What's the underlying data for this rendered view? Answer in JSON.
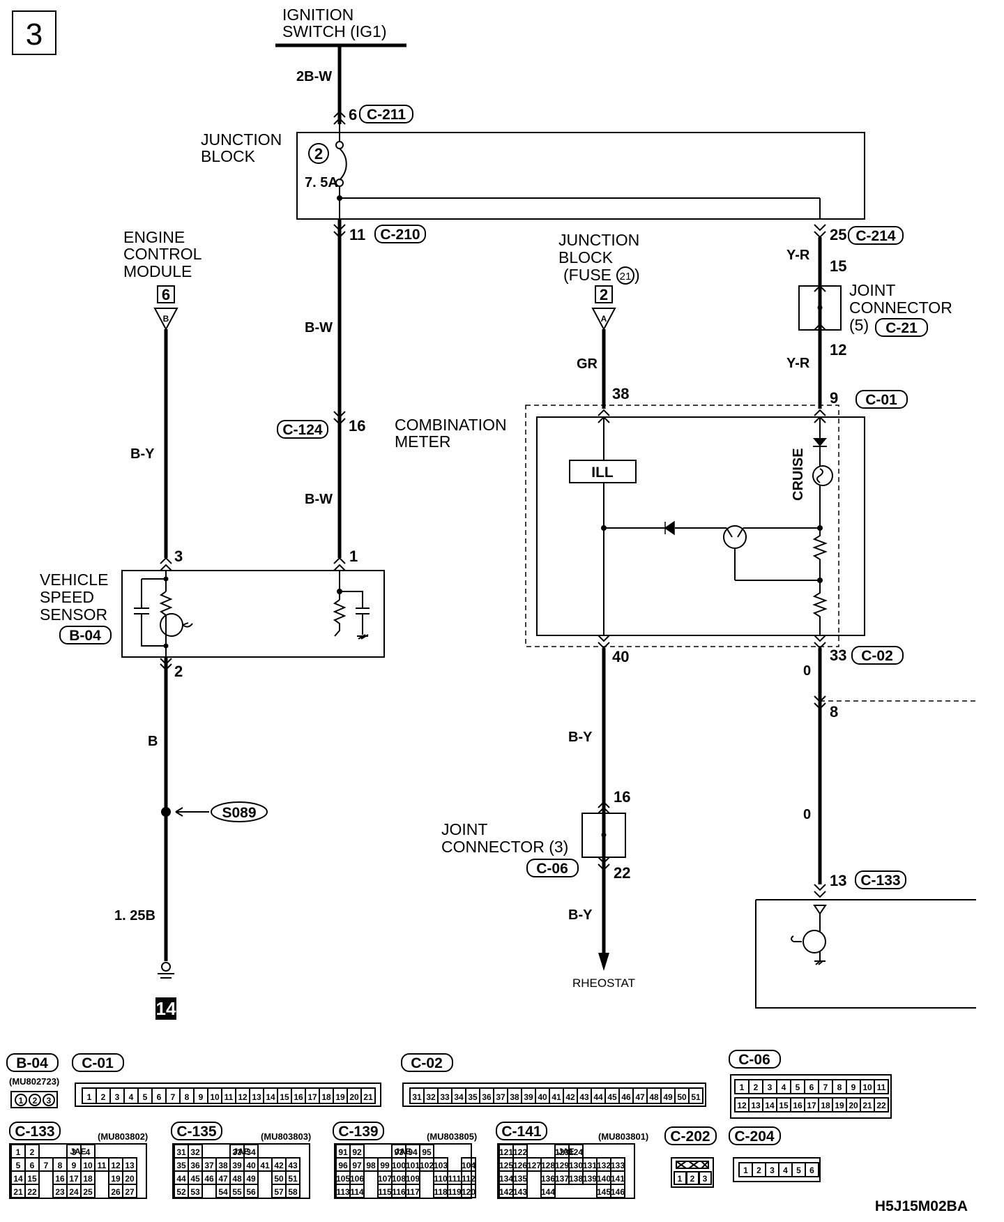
{
  "page_number": "3",
  "drawing_code": "H5J15M02BA",
  "ignition_switch": {
    "line1": "IGNITION",
    "line2": "SWITCH (IG1)"
  },
  "junction_block": {
    "line1": "JUNCTION",
    "line2": "BLOCK",
    "fuse_no": "2",
    "fuse_rating": "7. 5A"
  },
  "ecm": {
    "line1": "ENGINE",
    "line2": "CONTROL",
    "line3": "MODULE",
    "pin": "6",
    "conn_letter": "B"
  },
  "jb_fuse21": {
    "line1": "JUNCTION",
    "line2": "BLOCK",
    "line3": "(FUSE",
    "fuse_no": "21",
    "line3_end": ")",
    "pin": "2",
    "conn_letter": "A"
  },
  "joint_connector_5": {
    "line1": "JOINT",
    "line2": "CONNECTOR",
    "line3": "(5)",
    "conn": "C-21",
    "pin_top": "15",
    "pin_bottom": "12"
  },
  "joint_connector_3": {
    "line1": "JOINT",
    "line2": "CONNECTOR (3)",
    "conn": "C-06",
    "pin_top": "16",
    "pin_bottom": "22"
  },
  "combination_meter": {
    "line1": "COMBINATION",
    "line2": "METER",
    "ill": "ILL",
    "cruise": "CRUISE"
  },
  "vehicle_speed_sensor": {
    "line1": "VEHICLE",
    "line2": "SPEED",
    "line3": "SENSOR",
    "conn": "B-04"
  },
  "splice": "S089",
  "ground_no": "14",
  "rheostat": "RHEOSTAT",
  "wires": {
    "ign_out": "2B-W",
    "jb_out": "B-W",
    "jb_out2": "B-W",
    "ecm_out": "B-Y",
    "sensor_gnd": "B",
    "gnd_main": "1. 25B",
    "gr": "GR",
    "yr1": "Y-R",
    "yr2": "Y-R",
    "meter_out": "B-Y",
    "rheo": "B-Y",
    "cruise_out1": "0",
    "cruise_out2": "0"
  },
  "pins": {
    "c211": "6",
    "c210": "11",
    "c214": "25",
    "c124": "16",
    "meter_gr": "38",
    "c01": "9",
    "sensor_3": "3",
    "sensor_1": "1",
    "sensor_2": "2",
    "meter_40": "40",
    "c02": "33",
    "pin_8": "8",
    "c133": "13"
  },
  "connectors": {
    "c211": "C-211",
    "c210": "C-210",
    "c214": "C-214",
    "c124": "C-124",
    "c01": "C-01",
    "c02": "C-02",
    "c133": "C-133"
  },
  "connector_views": {
    "b04": {
      "label": "B-04",
      "part": "(MU802723)",
      "cells": [
        "1",
        "2",
        "3"
      ]
    },
    "c01": {
      "label": "C-01",
      "cells": [
        "1",
        "2",
        "3",
        "4",
        "5",
        "6",
        "7",
        "8",
        "9",
        "10",
        "11",
        "12",
        "13",
        "14",
        "15",
        "16",
        "17",
        "18",
        "19",
        "20",
        "21"
      ]
    },
    "c02": {
      "label": "C-02",
      "cells": [
        "31",
        "32",
        "33",
        "34",
        "35",
        "36",
        "37",
        "38",
        "39",
        "40",
        "41",
        "42",
        "43",
        "44",
        "45",
        "46",
        "47",
        "48",
        "49",
        "50",
        "51"
      ]
    },
    "c06": {
      "label": "C-06",
      "row1": [
        "1",
        "2",
        "3",
        "4",
        "5",
        "6",
        "7",
        "8",
        "9",
        "10",
        "11"
      ],
      "row2": [
        "12",
        "13",
        "14",
        "15",
        "16",
        "17",
        "18",
        "19",
        "20",
        "21",
        "22"
      ]
    },
    "c133": {
      "label": "C-133",
      "part": "(MU803802)",
      "jae": "JAE",
      "rows": [
        [
          "1",
          "2",
          "",
          "",
          "3",
          "4"
        ],
        [
          "5",
          "6",
          "7",
          "8",
          "9",
          "10",
          "11",
          "12",
          "13"
        ],
        [
          "14",
          "15",
          "",
          "16",
          "17",
          "18",
          "",
          "19",
          "20"
        ],
        [
          "21",
          "22",
          "",
          "23",
          "24",
          "25",
          "",
          "26",
          "27"
        ]
      ]
    },
    "c135": {
      "label": "C-135",
      "part": "(MU803803)",
      "jae": "JAE",
      "rows": [
        [
          "31",
          "32",
          "",
          "",
          "33",
          "34"
        ],
        [
          "35",
          "36",
          "37",
          "38",
          "39",
          "40",
          "41",
          "42",
          "43"
        ],
        [
          "44",
          "45",
          "46",
          "47",
          "48",
          "49",
          "",
          "50",
          "51"
        ],
        [
          "52",
          "53",
          "",
          "54",
          "55",
          "56",
          "",
          "57",
          "58"
        ]
      ]
    },
    "c139": {
      "label": "C-139",
      "part": "(MU803805)",
      "jae": "JAE",
      "rows": [
        [
          "91",
          "92",
          "",
          "",
          "93",
          "94",
          "95"
        ],
        [
          "96",
          "97",
          "98",
          "99",
          "100",
          "101",
          "102",
          "103",
          "",
          "104"
        ],
        [
          "105",
          "106",
          "",
          "107",
          "108",
          "109",
          "",
          "110",
          "111",
          "112"
        ],
        [
          "113",
          "114",
          "",
          "115",
          "116",
          "117",
          "",
          "118",
          "119",
          "120"
        ]
      ]
    },
    "c141": {
      "label": "C-141",
      "part": "(MU803801)",
      "jae": "JAE",
      "rows": [
        [
          "121",
          "122",
          "",
          "",
          "123",
          "124"
        ],
        [
          "125",
          "126",
          "127",
          "128",
          "129",
          "130",
          "131",
          "132",
          "133"
        ],
        [
          "134",
          "135",
          "",
          "136",
          "137",
          "138",
          "139",
          "140",
          "141"
        ],
        [
          "142",
          "143",
          "",
          "144",
          "",
          "",
          "",
          "145",
          "146"
        ]
      ]
    },
    "c202": {
      "label": "C-202",
      "cells": [
        "1",
        "2",
        "3"
      ]
    },
    "c204": {
      "label": "C-204",
      "cells": [
        "1",
        "2",
        "3",
        "4",
        "5",
        "6"
      ]
    }
  }
}
